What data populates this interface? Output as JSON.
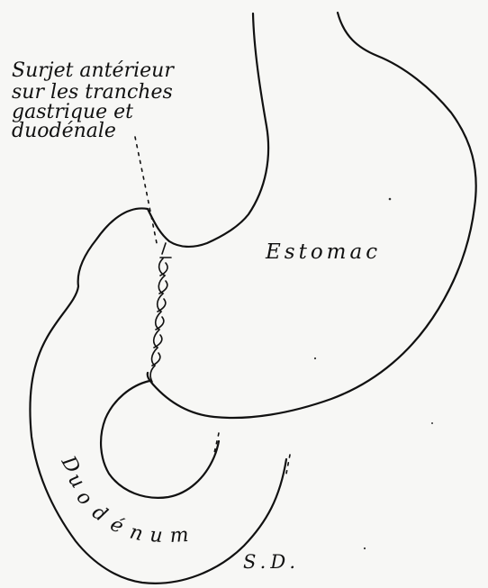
{
  "labels": {
    "annotation_lines": [
      "Surjet antérieur",
      "sur les tranches",
      "gastrique et",
      "duodénale"
    ],
    "stomach": "Estomac",
    "duodenum_letters": [
      "D",
      "u",
      "o",
      "d",
      "é",
      "n",
      "u",
      "m"
    ],
    "signature": "S.D."
  },
  "colors": {
    "paper": "#f7f7f5",
    "ink": "#111111"
  }
}
